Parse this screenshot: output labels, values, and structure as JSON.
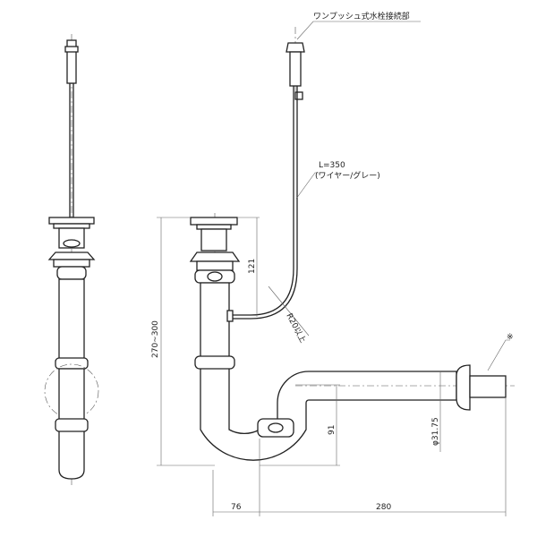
{
  "labels": {
    "connector": "ワンプッシュ式水栓接続部",
    "wire_length": "L=350",
    "wire_note": "(ワイヤー/グレー)",
    "radius": "R20以上",
    "note_mark": "※"
  },
  "dimensions": {
    "height_range": "270~300",
    "wire_drop": "121",
    "trap_depth": "91",
    "pipe_diameter": "φ31.75",
    "offset": "76",
    "pipe_length": "280"
  }
}
